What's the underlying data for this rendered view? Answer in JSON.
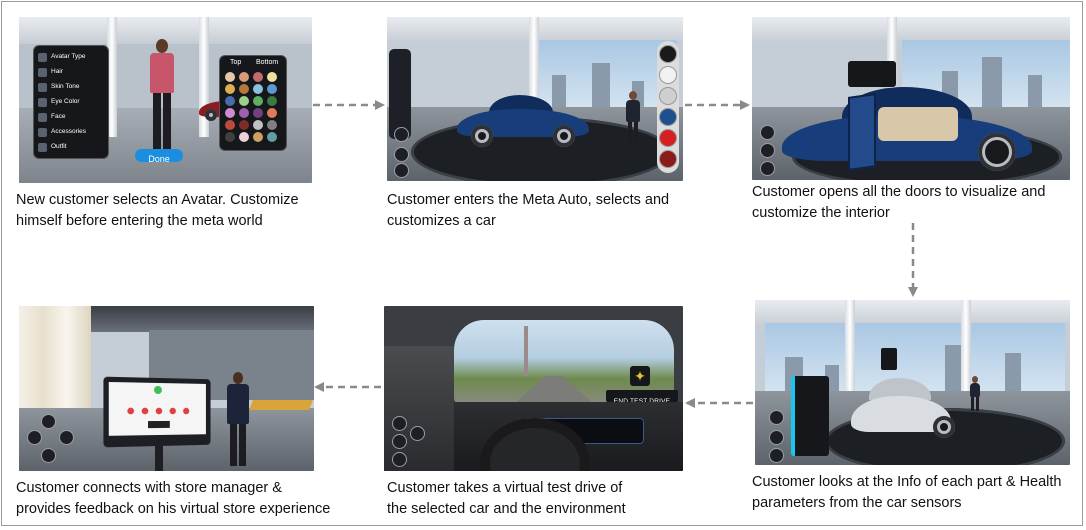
{
  "steps": [
    {
      "caption_l1": "New customer selects an Avatar. Customize",
      "caption_l2": "himself before entering the meta world"
    },
    {
      "caption_l1": "Customer enters the Meta Auto, selects and",
      "caption_l2": "customizes a car"
    },
    {
      "caption_l1": "Customer opens all the doors to visualize and",
      "caption_l2": "customize the interior"
    },
    {
      "caption_l1": "Customer looks at the Info of each part & Health",
      "caption_l2": "parameters from the car sensors"
    },
    {
      "caption_l1": "Customer takes a virtual test drive of",
      "caption_l2": "the selected car and the environment"
    },
    {
      "caption_l1": "Customer connects with store manager &",
      "caption_l2": "provides feedback on his virtual store experience"
    }
  ],
  "avatar_menu": {
    "items": [
      "Avatar Type",
      "Hair",
      "Skin Tone",
      "Eye Color",
      "Face",
      "Accessories",
      "Outfit"
    ],
    "tab_top": "Top",
    "tab_bottom": "Bottom",
    "done": "Done",
    "swatches": [
      "#e8c6a8",
      "#d99a7a",
      "#c46a6a",
      "#f0e0a0",
      "#e0b050",
      "#b07a3a",
      "#8ac0e0",
      "#5a9ad0",
      "#4a6ab0",
      "#9ad08a",
      "#5ab060",
      "#3a7a40",
      "#d08ad0",
      "#a060b0",
      "#704080",
      "#e07a5a",
      "#c04a3a",
      "#802a2a",
      "#c0c0c0",
      "#808080",
      "#404040",
      "#f0d0d8",
      "#d0a060",
      "#60a0a0"
    ]
  },
  "car_colors": [
    "#1a1a1a",
    "#f2f2f2",
    "#cfcfcf",
    "#1f4f8f",
    "#d42020",
    "#8b1a1a"
  ],
  "test_drive": {
    "end_label": "END TEST DRIVE"
  },
  "colors": {
    "car_blue": "#173d7a",
    "car_silver": "#d9dde2",
    "accent_cyan": "#19c6f0",
    "arrow_gray": "#8a8a8a"
  }
}
